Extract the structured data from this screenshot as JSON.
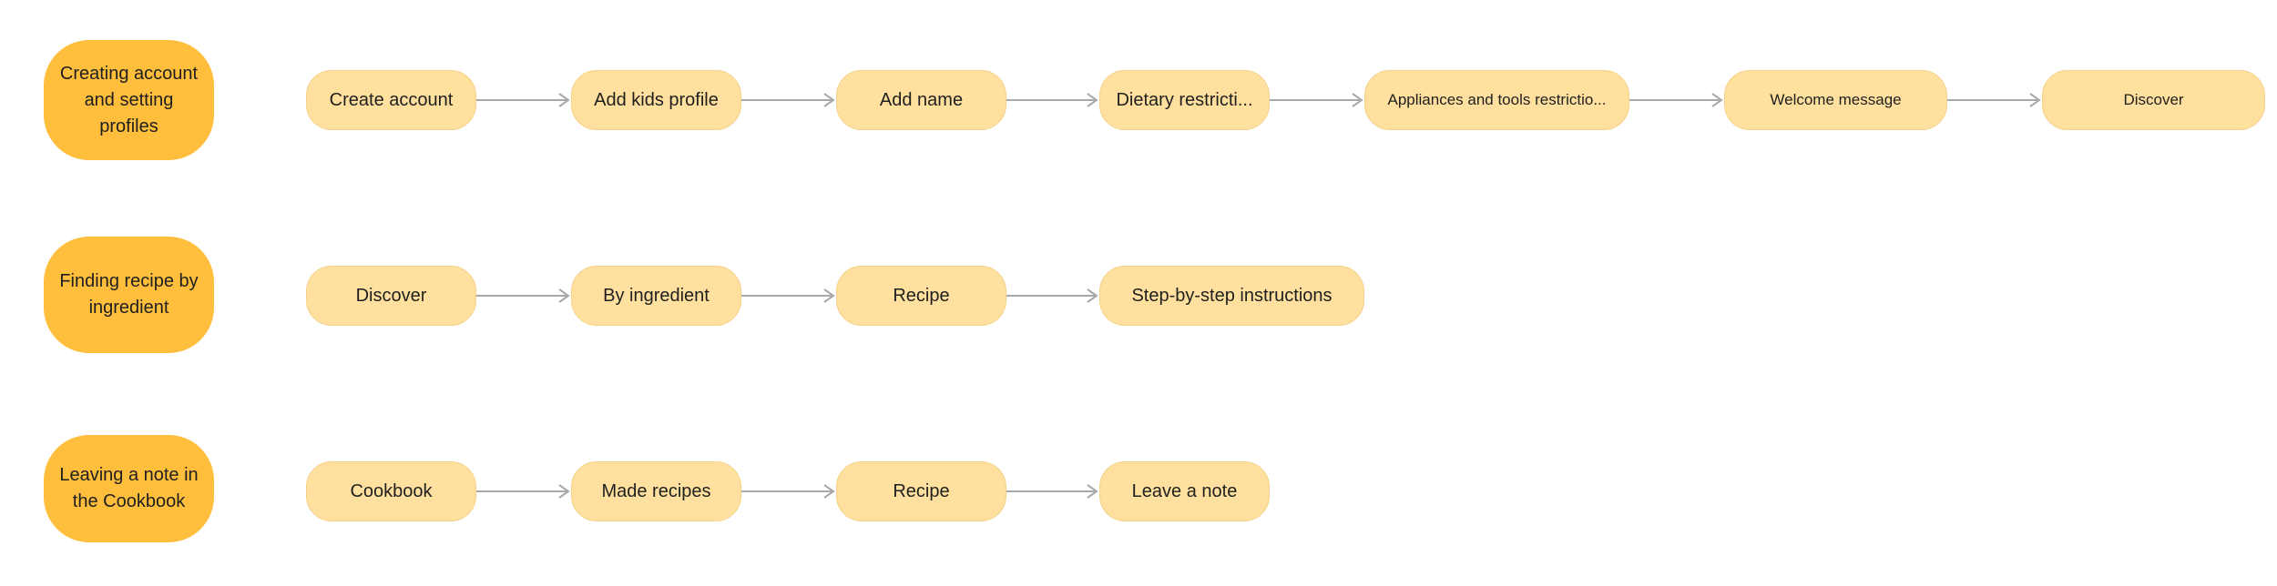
{
  "colors": {
    "flow_label_bg": "#FFBE3C",
    "step_bg": "#FFE09E",
    "step_border": "#F5D18A",
    "arrow": "#A8A8A8",
    "text": "#1f1f1f"
  },
  "flows": [
    {
      "label": "Creating account and setting profiles",
      "steps": [
        "Create account",
        "Add kids profile",
        "Add name",
        "Dietary restricti...",
        "Appliances and tools restrictio...",
        "Welcome message",
        "Discover"
      ]
    },
    {
      "label": "Finding recipe by ingredient",
      "steps": [
        "Discover",
        "By ingredient",
        "Recipe",
        "Step-by-step instructions"
      ]
    },
    {
      "label": "Leaving a note in the Cookbook",
      "steps": [
        "Cookbook",
        "Made recipes",
        "Recipe",
        "Leave a note"
      ]
    }
  ]
}
